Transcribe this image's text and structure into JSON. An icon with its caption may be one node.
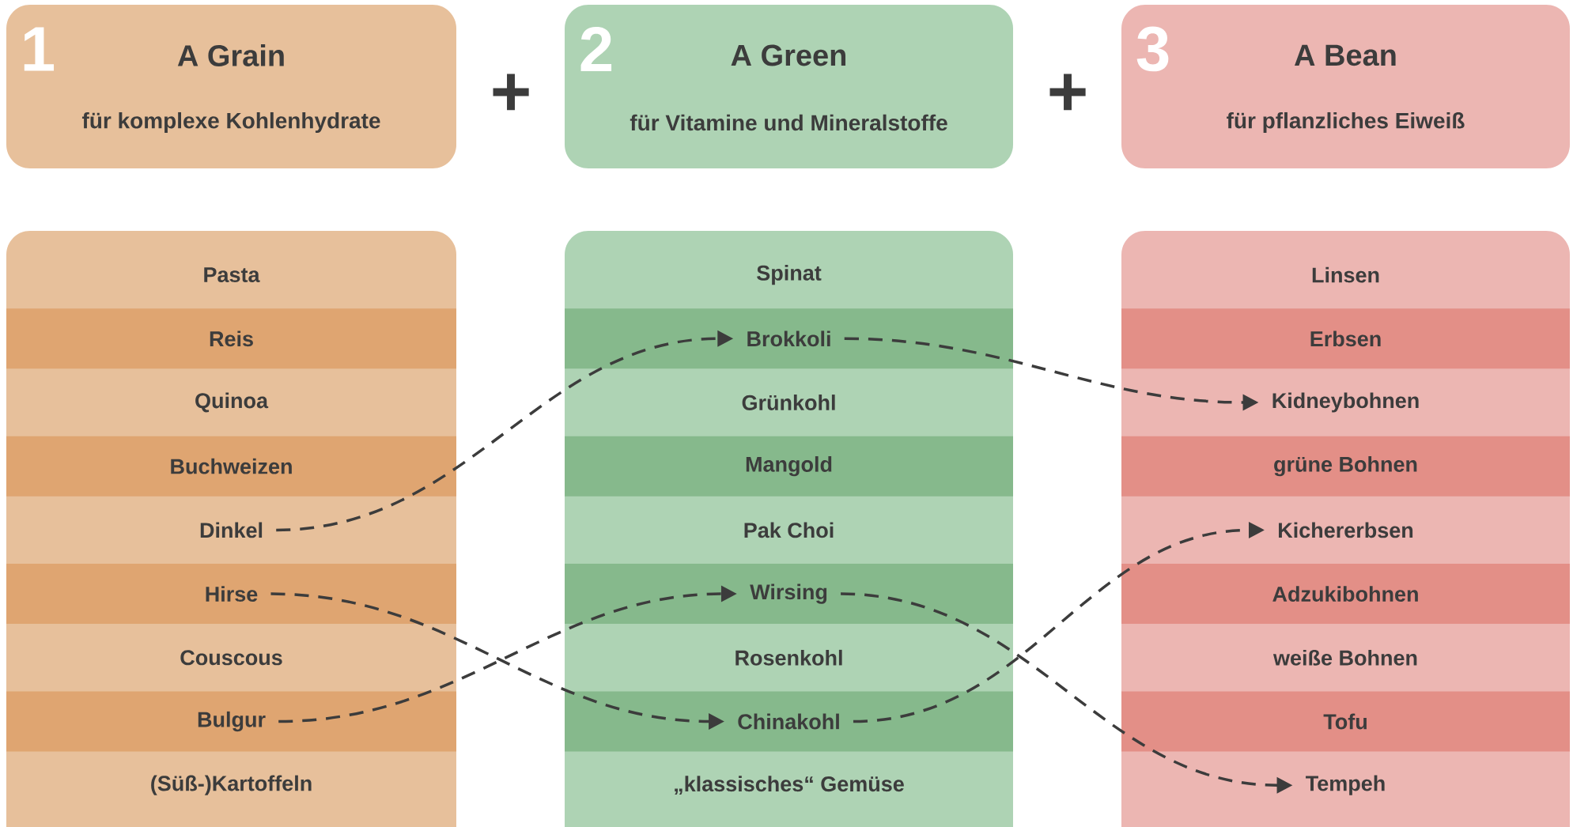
{
  "diagram": {
    "nodes": [
      {
        "text": [
          "1",
          "A Grain",
          "für komplexe Kohlenhydrate"
        ]
      },
      {
        "text": [
          "2",
          "A Green",
          "für Vitamine und Mineralstoffe"
        ]
      },
      {
        "text": [
          "3",
          "A Bean",
          "für pflanzliches Eiweiß"
        ]
      },
      {
        "text": [],
        "shape": "box"
      },
      {
        "text": [
          "Pasta"
        ],
        "in": 3
      },
      {
        "text": [
          "Reis"
        ],
        "in": 3
      },
      {
        "text": [
          "Quinoa"
        ],
        "in": 3
      },
      {
        "text": [
          "Buchweizen"
        ],
        "in": 3
      },
      {
        "text": [
          "Dinkel"
        ],
        "in": 3
      },
      {
        "text": [
          "Hirse"
        ],
        "in": 3
      },
      {
        "text": [
          "Couscous"
        ],
        "in": 3
      },
      {
        "text": [
          "Bulgur"
        ],
        "in": 3
      },
      {
        "text": [
          "(Süß-)Kartoffeln"
        ],
        "in": 3
      },
      {
        "text": [],
        "shape": "box"
      },
      {
        "text": [
          "Spinat"
        ],
        "in": 13
      },
      {
        "text": [
          "Brokkoli"
        ],
        "in": 13
      },
      {
        "text": [
          "Grünkohl"
        ],
        "in": 13
      },
      {
        "text": [
          "Mangold"
        ],
        "in": 13
      },
      {
        "text": [
          "Pak Choi"
        ],
        "in": 13
      },
      {
        "text": [
          "Wirsing"
        ],
        "in": 13
      },
      {
        "text": [
          "Rosenkohl"
        ],
        "in": 13
      },
      {
        "text": [
          "Chinakohl"
        ],
        "in": 13
      },
      {
        "text": [
          "„klassisches“ Gemüse"
        ],
        "in": 13
      },
      {
        "text": [],
        "shape": "box"
      },
      {
        "text": [
          "Linsen"
        ],
        "in": 23
      },
      {
        "text": [
          "Erbsen"
        ],
        "in": 23
      },
      {
        "text": [
          "Kidneybohnen"
        ],
        "in": 23
      },
      {
        "text": [
          "grüne Bohnen"
        ],
        "in": 23
      },
      {
        "text": [
          "Kichererbsen"
        ],
        "in": 23
      },
      {
        "text": [
          "Adzukibohnen"
        ],
        "in": 23
      },
      {
        "text": [
          "weiße Bohnen"
        ],
        "in": 23
      },
      {
        "text": [
          "Tofu"
        ],
        "in": 23
      },
      {
        "text": [
          "Tempeh"
        ],
        "in": 23
      }
    ],
    "edges": [
      {
        "from": 8,
        "to": 15,
        "arrow": "to",
        "style": "dashed"
      },
      {
        "from": 15,
        "to": 26,
        "arrow": "to",
        "style": "dashed"
      },
      {
        "from": 9,
        "to": 21,
        "arrow": "to",
        "style": "dashed"
      },
      {
        "from": 11,
        "to": 19,
        "arrow": "to",
        "style": "dashed"
      },
      {
        "from": 19,
        "to": 32,
        "arrow": "to",
        "style": "dashed"
      },
      {
        "from": 21,
        "to": 28,
        "arrow": "to",
        "style": "dashed"
      }
    ],
    "labels": [
      "+",
      "+"
    ]
  }
}
